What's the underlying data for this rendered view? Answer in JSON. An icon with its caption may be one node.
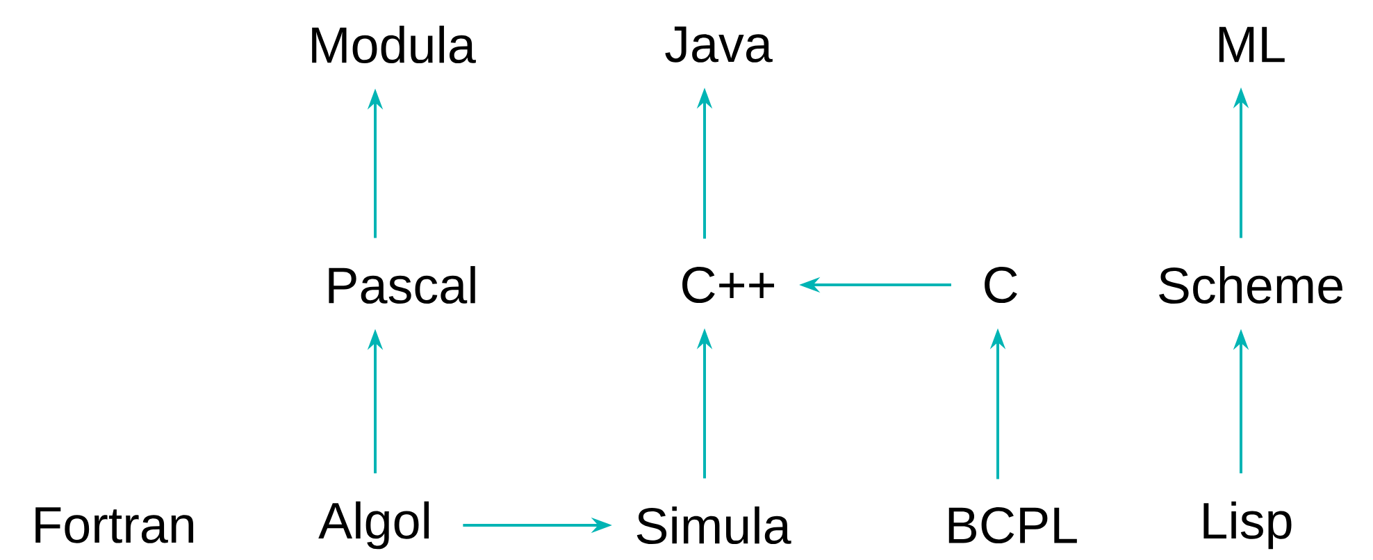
{
  "diagram": {
    "nodes": [
      {
        "text": [
          "Modula"
        ]
      },
      {
        "text": [
          "Java"
        ]
      },
      {
        "text": [
          "ML"
        ]
      },
      {
        "text": [
          "Pascal"
        ]
      },
      {
        "text": [
          "C++"
        ]
      },
      {
        "text": [
          "C"
        ]
      },
      {
        "text": [
          "Scheme"
        ]
      },
      {
        "text": [
          "Fortran"
        ]
      },
      {
        "text": [
          "Algol"
        ]
      },
      {
        "text": [
          "Simula"
        ]
      },
      {
        "text": [
          "BCPL"
        ]
      },
      {
        "text": [
          "Lisp"
        ]
      }
    ],
    "edges": [
      {
        "from": 3,
        "to": 0,
        "arrow": "to"
      },
      {
        "from": 4,
        "to": 1,
        "arrow": "to"
      },
      {
        "from": 6,
        "to": 2,
        "arrow": "to"
      },
      {
        "from": 5,
        "to": 4,
        "arrow": "to"
      },
      {
        "from": 8,
        "to": 3,
        "arrow": "to"
      },
      {
        "from": 9,
        "to": 4,
        "arrow": "to"
      },
      {
        "from": 10,
        "to": 5,
        "arrow": "to"
      },
      {
        "from": 11,
        "to": 6,
        "arrow": "to"
      },
      {
        "from": 8,
        "to": 9,
        "arrow": "to"
      }
    ]
  }
}
